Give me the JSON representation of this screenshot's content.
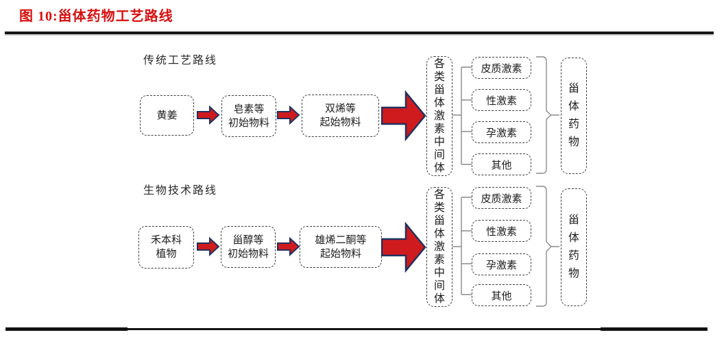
{
  "figure": {
    "title": "图 10:甾体药物工艺路线"
  },
  "rows": [
    {
      "route_label": "传统工艺路线",
      "steps": [
        "黄姜",
        "皂素等\n初始物料",
        "双烯等\n起始物料"
      ],
      "intermediate": "各类甾体激素中间体",
      "hormones": [
        "皮质激素",
        "性激素",
        "孕激素",
        "其他"
      ],
      "product": "甾体药物"
    },
    {
      "route_label": "生物技术路线",
      "steps": [
        "禾本科\n植物",
        "甾醇等\n初始物料",
        "雄烯二酮等\n起始物料"
      ],
      "intermediate": "各类甾体激素中间体",
      "hormones": [
        "皮质激素",
        "性激素",
        "孕激素",
        "其他"
      ],
      "product": "甾体药物"
    }
  ],
  "colors": {
    "title_red": "#d90f0f",
    "arrow_fill": "#d01b1e",
    "arrow_stroke": "#22315f",
    "border_color": "#3c3c3c",
    "connector": "#8a8a8a"
  }
}
